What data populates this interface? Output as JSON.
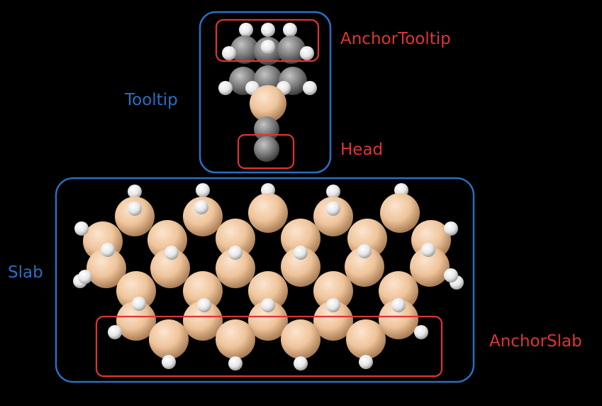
{
  "labels": {
    "tooltip": "Tooltip",
    "anchor_tooltip": "AnchorTooltip",
    "head": "Head",
    "slab": "Slab",
    "anchor_slab": "AnchorSlab"
  },
  "colors": {
    "background": "#000000",
    "group_box": "#2a6fc0",
    "anchor_box": "#e03434",
    "silicon_atom": "#f4c9a0",
    "carbon_atom": "#8a8a8a",
    "hydrogen_atom": "#f2f2f2"
  }
}
